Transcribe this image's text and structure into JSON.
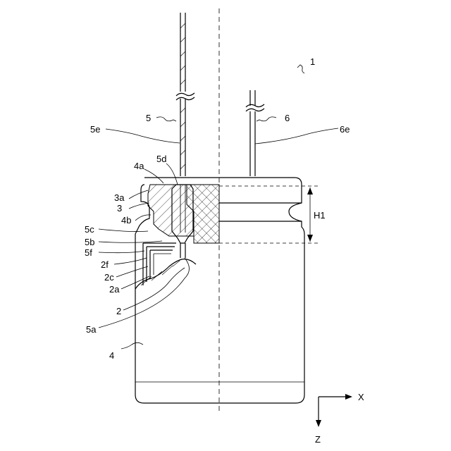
{
  "labels": {
    "capacitor": "1",
    "lead5": "5",
    "lead6": "6",
    "lead5e": "5e",
    "lead6e": "6e",
    "tab5d": "5d",
    "seal4a": "4a",
    "case3a": "3a",
    "case3": "3",
    "seal4b": "4b",
    "tab5c": "5c",
    "tab5b": "5b",
    "tab5f": "5f",
    "elem2f": "2f",
    "elem2c": "2c",
    "elem2a": "2a",
    "elem2": "2",
    "tab5a": "5a",
    "case4": "4",
    "height": "H1",
    "axis_x": "X",
    "axis_z": "Z"
  }
}
